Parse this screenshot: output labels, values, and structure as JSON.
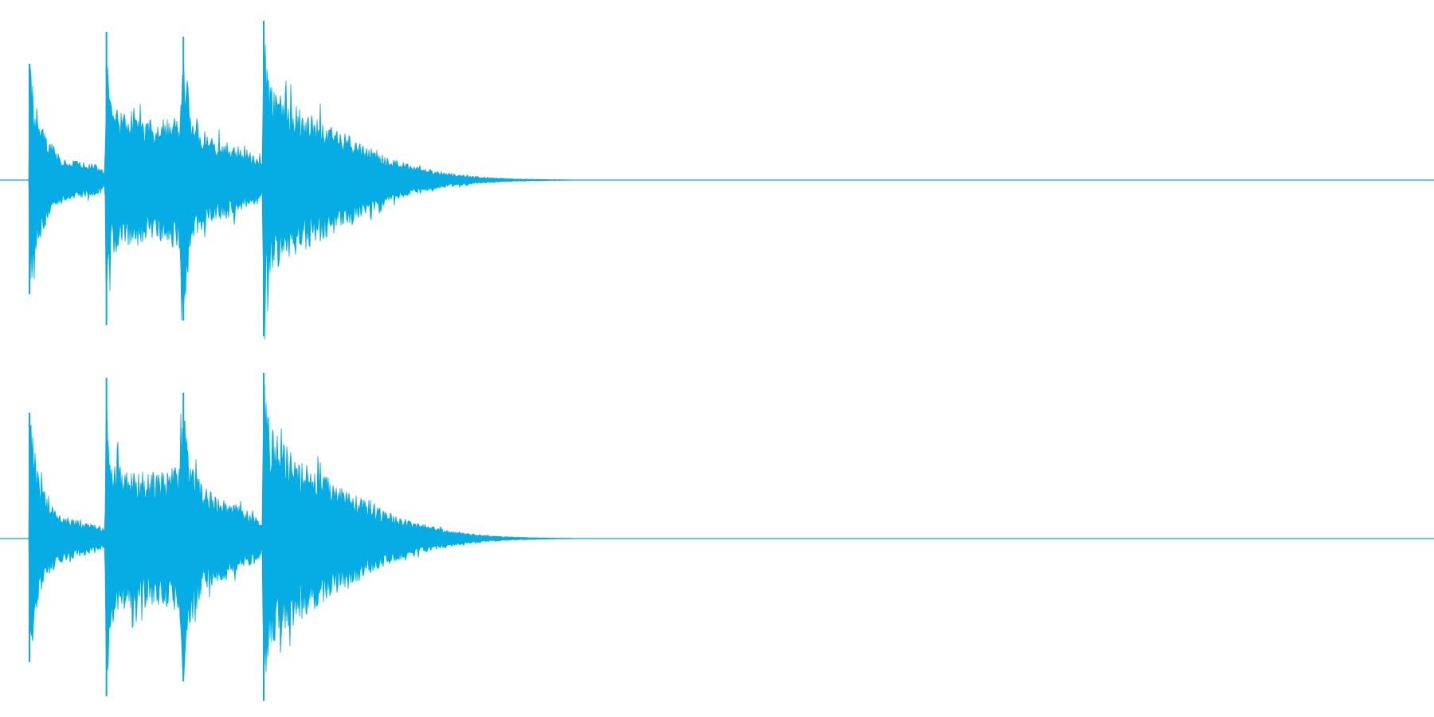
{
  "colors": {
    "background": "#ffffff",
    "waveform": "#05ade4"
  },
  "chart_data": {
    "type": "area",
    "description_type": "stereo-waveform",
    "grid": false,
    "legend": "none",
    "ylim": [
      -1,
      1
    ],
    "channels": [
      {
        "id": "channel-1",
        "onsets": [
          0.0,
          0.23,
          0.46,
          0.7
        ],
        "peaks": [
          0.73,
          0.93,
          0.9,
          1.0
        ],
        "envelope": [
          [
            0.0,
            0.0
          ],
          [
            0.002,
            0.73
          ],
          [
            0.015,
            0.55
          ],
          [
            0.03,
            0.4
          ],
          [
            0.06,
            0.25
          ],
          [
            0.1,
            0.15
          ],
          [
            0.15,
            0.12
          ],
          [
            0.2,
            0.1
          ],
          [
            0.228,
            0.05
          ],
          [
            0.232,
            0.93
          ],
          [
            0.245,
            0.5
          ],
          [
            0.28,
            0.42
          ],
          [
            0.33,
            0.4
          ],
          [
            0.38,
            0.38
          ],
          [
            0.42,
            0.4
          ],
          [
            0.45,
            0.42
          ],
          [
            0.462,
            0.9
          ],
          [
            0.48,
            0.5
          ],
          [
            0.52,
            0.3
          ],
          [
            0.58,
            0.25
          ],
          [
            0.65,
            0.2
          ],
          [
            0.69,
            0.15
          ],
          [
            0.698,
            0.1
          ],
          [
            0.702,
            1.0
          ],
          [
            0.72,
            0.6
          ],
          [
            0.76,
            0.55
          ],
          [
            0.82,
            0.45
          ],
          [
            0.9,
            0.35
          ],
          [
            0.98,
            0.25
          ],
          [
            1.06,
            0.16
          ],
          [
            1.15,
            0.09
          ],
          [
            1.25,
            0.045
          ],
          [
            1.35,
            0.02
          ],
          [
            1.45,
            0.008
          ],
          [
            1.56,
            0.003
          ],
          [
            1.65,
            0.0
          ]
        ]
      },
      {
        "id": "channel-2",
        "onsets": [
          0.0,
          0.23,
          0.46,
          0.7
        ],
        "peaks": [
          0.76,
          0.97,
          0.88,
          1.0
        ],
        "envelope": [
          [
            0.0,
            0.0
          ],
          [
            0.002,
            0.76
          ],
          [
            0.015,
            0.58
          ],
          [
            0.03,
            0.38
          ],
          [
            0.06,
            0.22
          ],
          [
            0.1,
            0.14
          ],
          [
            0.15,
            0.11
          ],
          [
            0.2,
            0.09
          ],
          [
            0.228,
            0.06
          ],
          [
            0.232,
            0.97
          ],
          [
            0.245,
            0.55
          ],
          [
            0.28,
            0.45
          ],
          [
            0.33,
            0.42
          ],
          [
            0.38,
            0.4
          ],
          [
            0.42,
            0.42
          ],
          [
            0.45,
            0.45
          ],
          [
            0.462,
            0.88
          ],
          [
            0.48,
            0.55
          ],
          [
            0.52,
            0.32
          ],
          [
            0.58,
            0.25
          ],
          [
            0.65,
            0.18
          ],
          [
            0.69,
            0.12
          ],
          [
            0.698,
            0.08
          ],
          [
            0.702,
            1.0
          ],
          [
            0.72,
            0.68
          ],
          [
            0.76,
            0.6
          ],
          [
            0.82,
            0.48
          ],
          [
            0.9,
            0.36
          ],
          [
            0.98,
            0.26
          ],
          [
            1.06,
            0.17
          ],
          [
            1.15,
            0.1
          ],
          [
            1.25,
            0.05
          ],
          [
            1.35,
            0.022
          ],
          [
            1.45,
            0.009
          ],
          [
            1.56,
            0.003
          ],
          [
            1.66,
            0.0
          ]
        ]
      }
    ]
  }
}
